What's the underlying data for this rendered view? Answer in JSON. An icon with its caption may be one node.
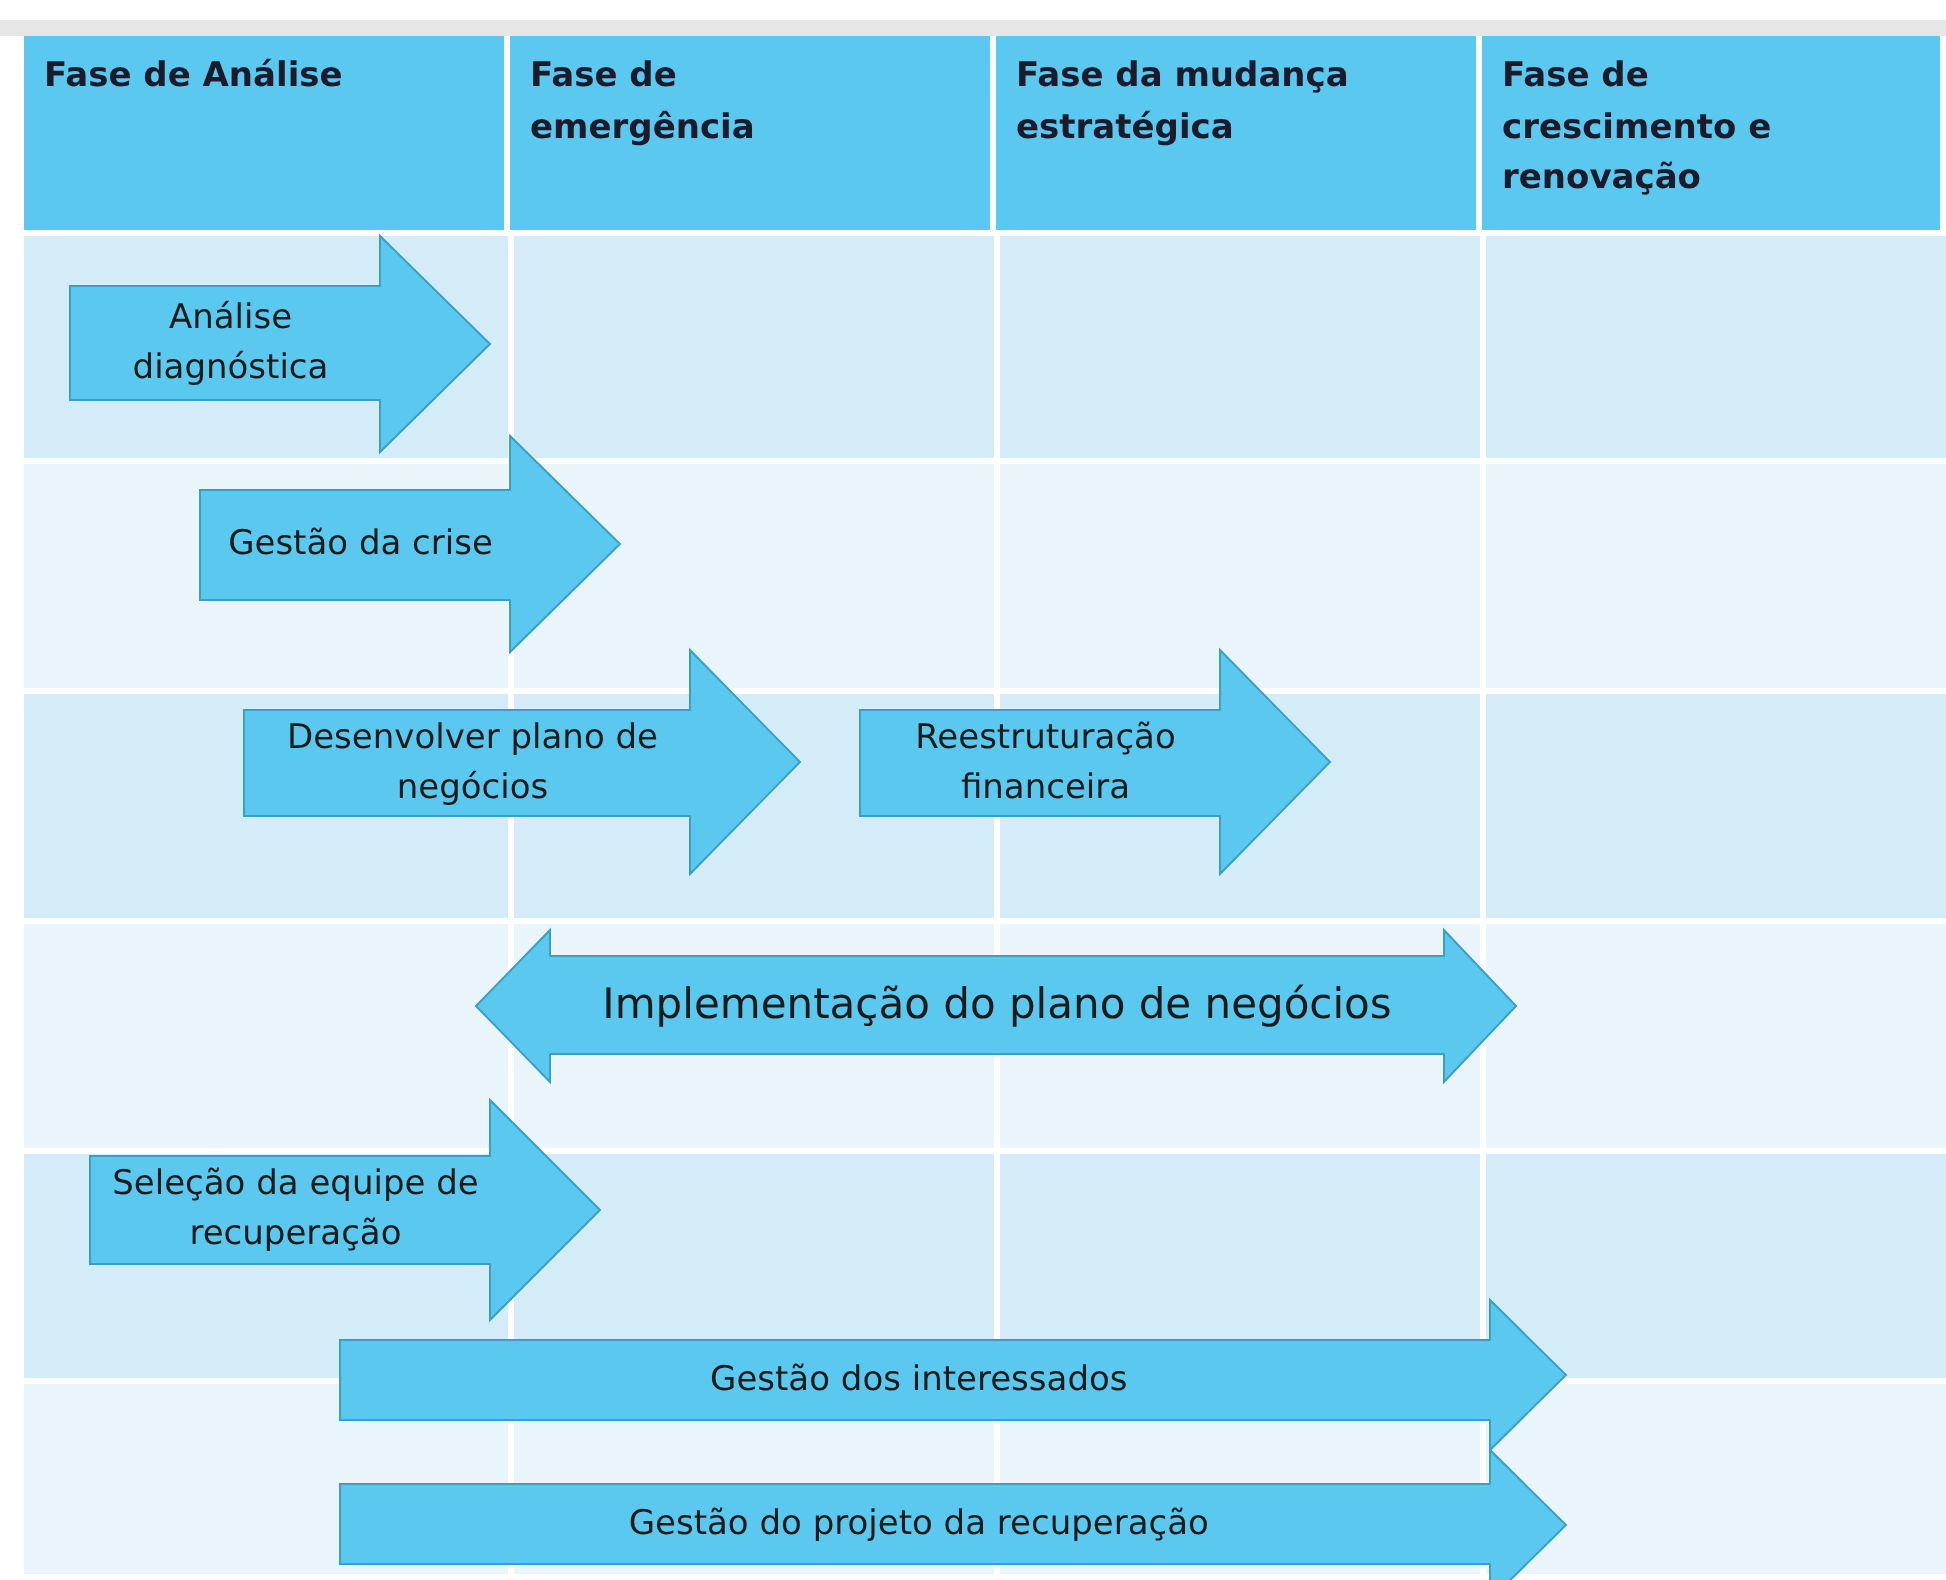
{
  "diagram": {
    "nodes": [
      {
        "text": [
          "Análise diagnóstica"
        ]
      },
      {
        "text": [
          "Gestão da crise"
        ]
      },
      {
        "text": [
          "Desenvolver plano de negócios"
        ]
      },
      {
        "text": [
          "Reestruturação financeira"
        ]
      },
      {
        "text": [
          "Implementação do plano de negócios"
        ]
      },
      {
        "text": [
          "Seleção da equipe de recuperação"
        ]
      },
      {
        "text": [
          "Gestão dos interessados"
        ]
      },
      {
        "text": [
          "Gestão do projeto da recuperação"
        ]
      }
    ],
    "edges": [],
    "labels": [
      "Fase de Análise",
      "Fase de emergência",
      "Fase da mudança estratégica",
      "Fase de crescimento e renovação"
    ]
  }
}
